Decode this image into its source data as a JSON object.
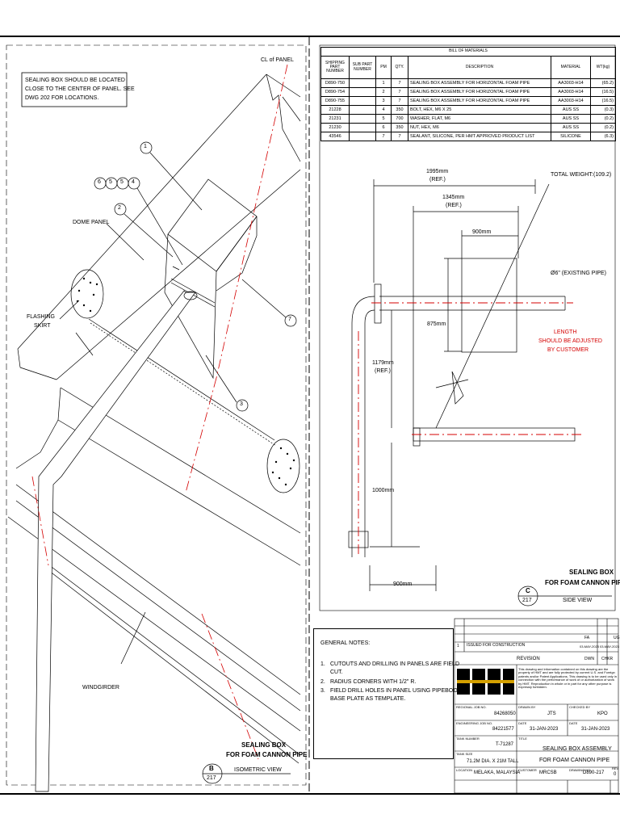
{
  "isometric": {
    "note": [
      "SEALING BOX SHOULD BE LOCATED",
      "CLOSE TO THE CENTER OF PANEL. SEE",
      "DWG 202 FOR LOCATIONS."
    ],
    "cl_label": "CL of PANEL",
    "dome_panel": "DOME PANEL",
    "flashing_skirt": [
      "FLASHING",
      "SKIRT"
    ],
    "windgirder": "WINDGIRDER",
    "balloons": [
      "1",
      "2",
      "3",
      "4",
      "5",
      "5",
      "6",
      "7"
    ],
    "view_title": [
      "SEALING BOX",
      "FOR FOAM CANNON PIPE"
    ],
    "view_letter": "B",
    "view_sheet": "217",
    "view_name": "ISOMETRIC VIEW"
  },
  "bom": {
    "title": "BILL OF MATERIALS",
    "headers": [
      "SHIPPING PART NUMBER",
      "SUB PART NUMBER",
      "PM",
      "QTY.",
      "DESCRIPTION",
      "MATERIAL",
      "WT(kg)"
    ],
    "rows": [
      [
        "D890-750",
        "",
        "1",
        "7",
        "SEALING BOX ASSEMBLY FOR HORIZONTAL FOAM PIPE",
        "AA3003-H14",
        "(65.2)"
      ],
      [
        "D890-754",
        "",
        "2",
        "7",
        "SEALING BOX ASSEMBLY FOR HORIZONTAL FOAM PIPE",
        "AA3003-H14",
        "(16.5)"
      ],
      [
        "D890-755",
        "",
        "3",
        "7",
        "SEALING BOX ASSEMBLY FOR HORIZONTAL FOAM PIPE",
        "AA3003-H14",
        "(16.5)"
      ],
      [
        "21228",
        "",
        "4",
        "350",
        "BOLT, HEX, M6 X 25",
        "AUS SS",
        "(0.3)"
      ],
      [
        "21231",
        "",
        "5",
        "700",
        "WASHER, FLAT, M6",
        "AUS SS",
        "(0.2)"
      ],
      [
        "21230",
        "",
        "6",
        "350",
        "NUT, HEX, M6",
        "AUS SS",
        "(0.2)"
      ],
      [
        "43546",
        "",
        "7",
        "7",
        "SEALANT, SILICONE, PER HMT APPROVED PRODUCT LIST",
        "SILICONE",
        "(6.3)"
      ]
    ],
    "total_label": "TOTAL WEIGHT:",
    "total_value": "(109.2)"
  },
  "side": {
    "dim1": [
      "1995mm",
      "(REF.)"
    ],
    "dim2": [
      "1345mm",
      "(REF.)"
    ],
    "dim3": "900mm",
    "dim4": "875mm",
    "dim5": [
      "1179mm",
      "(REF.)"
    ],
    "dim6": "1000mm",
    "dim7": "900mm",
    "pipe_label": "Ø6\" (EXISTING PIPE)",
    "length_note": [
      "LENGTH",
      "SHOULD BE ADJUSTED",
      "BY CUSTOMER"
    ],
    "view_title": [
      "SEALING BOX",
      "FOR FOAM CANNON PIPE"
    ],
    "view_letter": "C",
    "view_sheet": "217",
    "view_name": "SIDE VIEW"
  },
  "notes": {
    "title": "GENERAL NOTES:",
    "items": [
      [
        "1.",
        "CUTOUTS  AND DRILLING IN PANELS ARE FIELD",
        "CUT."
      ],
      [
        "2.",
        "RADIUS CORNERS WITH 1/2\" R.",
        ""
      ],
      [
        "3.",
        "FIELD DRILL HOLES IN PANEL USING PIPEBOOT",
        "BASE PLATE AS TEMPLATE."
      ]
    ]
  },
  "titleblock": {
    "rev_text": "ISSUED FOR CONSTRUCTION",
    "rev_label": "REVISION",
    "dwn": "DWN",
    "chkr": "CHKR",
    "fa": "FA",
    "ug": "UG",
    "rev_date1": "03-MAY-2023",
    "rev_date2": "03-MAY-2023",
    "rev_num": "1",
    "disclaimer": "This drawing and information contained on this drawing are the property of HMT and are fully protected by current U.S. and Foreign patents and/or Patent Applications. This drawing is to be used only in connection with the performance of work of or authorization of work by HMT. Reproduction in whole or in part for any other purpose is expressly forbidden.",
    "regional_job_label": "REGIONAL JOB NO.",
    "regional_job": "84268050",
    "eng_job_label": "ENGINEERING JOB NO.",
    "eng_job": "84221577",
    "tank_label": "TANK NUMBER",
    "tank": "T-71287",
    "tank_size_label": "TANK SIZE",
    "tank_size": "71.2M DIA. X 21M TALL",
    "location_label": "LOCATION",
    "location": "MELAKA, MALAYSIA",
    "drawn_label": "DRAWN BY",
    "drawn": "JTS",
    "checked_label": "CHECKED BY",
    "checked": "KPO",
    "date_label": "DATE",
    "date1": "31-JAN-2023",
    "date2": "31-JAN-2023",
    "title_label": "TITLE",
    "title": [
      "SEALING BOX ASSEMBLY",
      "FOR FOAM CANNON PIPE"
    ],
    "customer_label": "CUSTOMER",
    "customer": "MRCSB",
    "drawing_label": "DRAWING NO.",
    "drawing": "D890-217",
    "rev_label2": "REV",
    "rev": "0"
  }
}
